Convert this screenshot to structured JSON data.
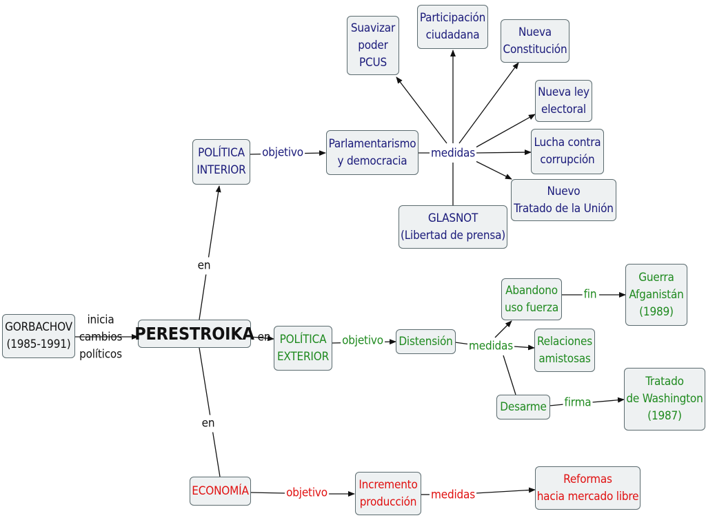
{
  "colors": {
    "line": "#111111",
    "border": "#5a6a6e",
    "box_bg": "#eef1f2",
    "navy": "#1a1a7a",
    "green": "#1f8a1f",
    "red": "#e01010"
  },
  "nodes": {
    "gorbachov": "GORBACHOV\n(1985-1991)",
    "perestroika": "PERESTROIKA",
    "politica_interior": "POLÍTICA\nINTERIOR",
    "parlamentarismo": "Parlamentarismo\ny democracia",
    "suavizar": "Suavizar\npoder\nPCUS",
    "participacion": "Participación\nciudadana",
    "nueva_constitucion": "Nueva\nConstitución",
    "nueva_ley": "Nueva ley\nelectoral",
    "lucha": "Lucha contra\ncorrupción",
    "nuevo_tratado": "Nuevo\nTratado de la Unión",
    "glasnot": "GLASNOT\n(Libertad de prensa)",
    "politica_exterior": "POLÍTICA\nEXTERIOR",
    "distension": "Distensión",
    "abandono": "Abandono\nuso fuerza",
    "guerra": "Guerra\nAfganistán\n(1989)",
    "relaciones": "Relaciones\namistosas",
    "desarme": "Desarme",
    "tratado_washington": "Tratado\nde Washington\n(1987)",
    "economia": "ECONOMÍA",
    "incremento": "Incremento\nproducción",
    "reformas": "Reformas\nhacia mercado libre"
  },
  "links": {
    "inicia": "inicia\ncambios\npolíticos",
    "en_interior": "en",
    "en_exterior": "en",
    "en_economia": "en",
    "objetivo_interior": "objetivo",
    "medidas_interior": "medidas",
    "objetivo_exterior": "objetivo",
    "medidas_exterior": "medidas",
    "fin": "fin",
    "firma": "firma",
    "objetivo_economia": "objetivo",
    "medidas_economia": "medidas"
  }
}
